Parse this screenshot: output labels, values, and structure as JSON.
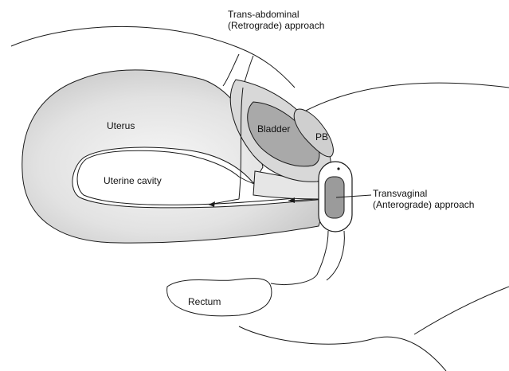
{
  "labels": {
    "trans_abdominal_line1": "Trans-abdominal",
    "trans_abdominal_line2": "(Retrograde) approach",
    "transvaginal_line1": "Transvaginal",
    "transvaginal_line2": "(Anterograde) approach",
    "uterus": "Uterus",
    "uterine_cavity": "Uterine cavity",
    "bladder": "Bladder",
    "pb": "PB",
    "rectum": "Rectum"
  },
  "colors": {
    "uterus_fill_light": "#f4f4f4",
    "uterus_fill_dark": "#c9c9c9",
    "bladder_fill": "#a9a9a9",
    "bladder_outer_fill": "#d3d3d3",
    "probe_fill": "#9b9b9b",
    "outline": "#1a1a1a"
  }
}
